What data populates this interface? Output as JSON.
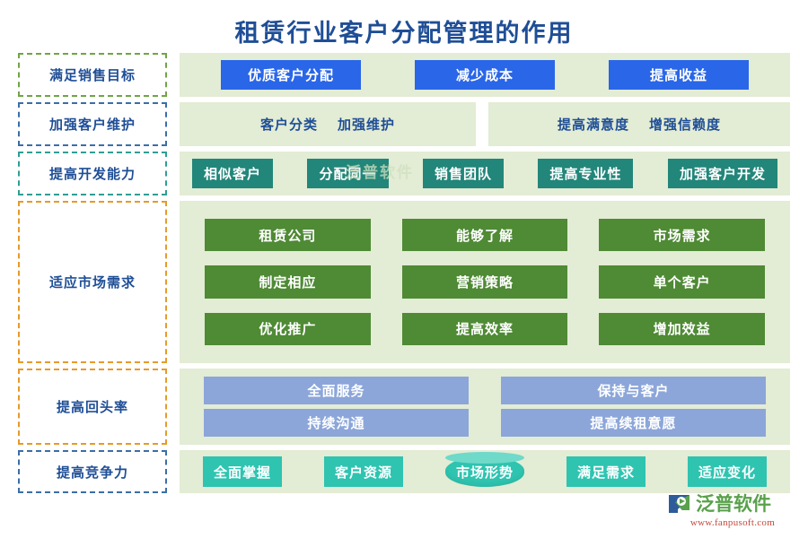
{
  "page": {
    "title": "租赁行业客户分配管理的作用",
    "title_color": "#1f4e96",
    "background": "#ffffff"
  },
  "palette": {
    "panel_bg": "#e3ecd4",
    "chip_blue": "#2a66e8",
    "chip_teal": "#22867a",
    "chip_green": "#4f8a35",
    "chip_periwinkle": "#8ca6d9",
    "chip_mint": "#2ec4b0",
    "label_text": "#1f4e96",
    "border_green": "#70a545",
    "border_blue": "#3b6ea8",
    "border_teal": "#2f9e93",
    "border_orange": "#e79a29"
  },
  "rows": [
    {
      "label": "满足销售目标",
      "border_style": "green",
      "chips": [
        "优质客户分配",
        "减少成本",
        "提高收益"
      ]
    },
    {
      "label": "加强客户维护",
      "border_style": "blue",
      "group_a": [
        "客户分类",
        "加强维护"
      ],
      "group_b": [
        "提高满意度",
        "增强信赖度"
      ]
    },
    {
      "label": "提高开发能力",
      "border_style": "teal",
      "chips": [
        "相似客户",
        "分配同一",
        "销售团队",
        "提高专业性",
        "加强客户开发"
      ]
    },
    {
      "label": "适应市场需求",
      "border_style": "orange",
      "chips": [
        "租赁公司",
        "能够了解",
        "市场需求",
        "制定相应",
        "营销策略",
        "单个客户",
        "优化推广",
        "提高效率",
        "增加效益"
      ]
    },
    {
      "label": "提高回头率",
      "border_style": "orange",
      "chips": [
        "全面服务",
        "保持与客户",
        "持续沟通",
        "提高续租意愿"
      ]
    },
    {
      "label": "提高竞争力",
      "border_style": "blue",
      "chips": [
        "全面掌握",
        "客户资源",
        "市场形势",
        "满足需求",
        "适应变化"
      ],
      "cylinder_index": 2
    }
  ],
  "watermark": {
    "brand": "泛普软件",
    "url": "www.fanpusoft.com",
    "center_text": "泛普软件"
  }
}
